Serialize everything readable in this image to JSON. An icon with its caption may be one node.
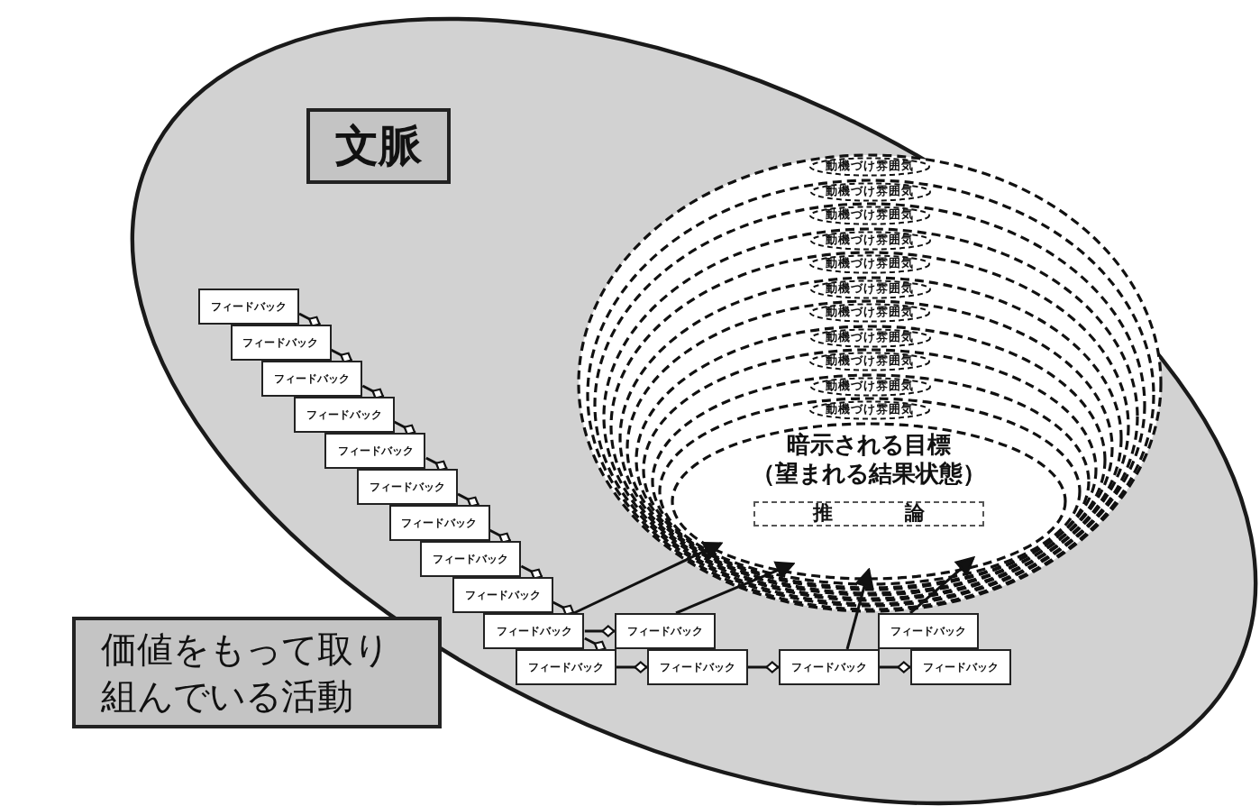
{
  "diagram": {
    "nodes": [
      {
        "text": [],
        "shape": "ellipse"
      },
      {
        "text": [
          "文脈"
        ],
        "in": 0
      },
      {
        "text": [
          "動機づけ雰囲気"
        ],
        "in": 0
      },
      {
        "text": [
          "動機づけ雰囲気"
        ],
        "in": 2
      },
      {
        "text": [
          "動機づけ雰囲気"
        ],
        "in": 3
      },
      {
        "text": [
          "動機づけ雰囲気"
        ],
        "in": 4
      },
      {
        "text": [
          "動機づけ雰囲気"
        ],
        "in": 5
      },
      {
        "text": [
          "動機づけ雰囲気"
        ],
        "in": 6
      },
      {
        "text": [
          "動機づけ雰囲気"
        ],
        "in": 7
      },
      {
        "text": [
          "動機づけ雰囲気"
        ],
        "in": 8
      },
      {
        "text": [
          "動機づけ雰囲気"
        ],
        "in": 9
      },
      {
        "text": [
          "動機づけ雰囲気"
        ],
        "in": 10
      },
      {
        "text": [
          "動機づけ雰囲気"
        ],
        "in": 11
      },
      {
        "text": [
          "暗示される目標（望まれる結果状態）"
        ],
        "in": 12
      },
      {
        "text": [
          "推論"
        ],
        "in": 13
      },
      {
        "text": [
          "フィードバック"
        ],
        "in": 0
      },
      {
        "text": [
          "フィードバック"
        ],
        "in": 0
      },
      {
        "text": [
          "フィードバック"
        ],
        "in": 0
      },
      {
        "text": [
          "フィードバック"
        ],
        "in": 0
      },
      {
        "text": [
          "フィードバック"
        ],
        "in": 0
      },
      {
        "text": [
          "フィードバック"
        ],
        "in": 0
      },
      {
        "text": [
          "フィードバック"
        ],
        "in": 0
      },
      {
        "text": [
          "フィードバック"
        ],
        "in": 0
      },
      {
        "text": [
          "フィードバック"
        ],
        "in": 0
      },
      {
        "text": [
          "フィードバック"
        ],
        "in": 0
      },
      {
        "text": [
          "フィードバック"
        ],
        "in": 0
      },
      {
        "text": [
          "フィードバック"
        ],
        "in": 0
      },
      {
        "text": [
          "フィードバック"
        ],
        "in": 0
      },
      {
        "text": [
          "フィードバック"
        ],
        "in": 0
      },
      {
        "text": [
          "フィードバック"
        ],
        "in": 0
      },
      {
        "text": [
          "フィードバック"
        ],
        "in": 0
      },
      {
        "text": [
          "価値をもって取り組んでいる活動"
        ]
      }
    ],
    "edges": [
      {
        "from": 15,
        "to": 16,
        "arrow": "other"
      },
      {
        "from": 16,
        "to": 17,
        "arrow": "other"
      },
      {
        "from": 17,
        "to": 18,
        "arrow": "other"
      },
      {
        "from": 18,
        "to": 19,
        "arrow": "other"
      },
      {
        "from": 19,
        "to": 20,
        "arrow": "other"
      },
      {
        "from": 20,
        "to": 21,
        "arrow": "other"
      },
      {
        "from": 21,
        "to": 22,
        "arrow": "other"
      },
      {
        "from": 22,
        "to": 23,
        "arrow": "other"
      },
      {
        "from": 23,
        "to": 24,
        "arrow": "other"
      },
      {
        "from": 24,
        "to": 25,
        "arrow": "other"
      },
      {
        "from": 24,
        "to": 26,
        "arrow": "other"
      },
      {
        "from": 25,
        "to": 28,
        "arrow": "other"
      },
      {
        "from": 28,
        "to": 29,
        "arrow": "other"
      },
      {
        "from": 29,
        "to": 30,
        "arrow": "other"
      },
      {
        "from": 24,
        "to": 13,
        "arrow": "to"
      },
      {
        "from": 26,
        "to": 13,
        "arrow": "to"
      },
      {
        "from": 29,
        "to": 13,
        "arrow": "to"
      },
      {
        "from": 27,
        "to": 13,
        "arrow": "to"
      }
    ]
  }
}
